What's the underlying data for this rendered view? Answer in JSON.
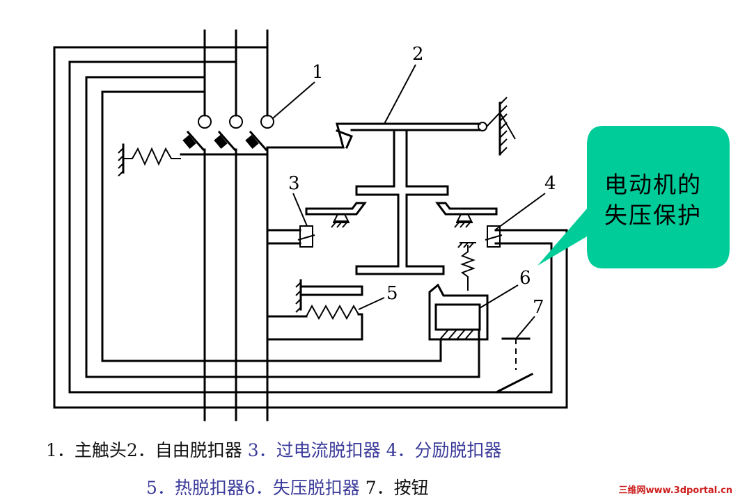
{
  "labels": {
    "n1": "1",
    "n2": "2",
    "n3": "3",
    "n4": "4",
    "n5": "5",
    "n6": "6",
    "n7": "7"
  },
  "callout": {
    "line1": "电动机的",
    "line2": "失压保护",
    "color": "#00cc99"
  },
  "caption": {
    "line1_a": "1．主触头2．自由脱扣器",
    "line1_b": " 3．过电流脱扣器 4．分励脱扣器",
    "line2_a": "5．热脱扣器6．失压脱扣器",
    "line2_b": " 7．按钮",
    "color_black": "#111111",
    "color_blue": "#3a3a9a"
  },
  "watermark": "三维网www.3dportal.cn"
}
